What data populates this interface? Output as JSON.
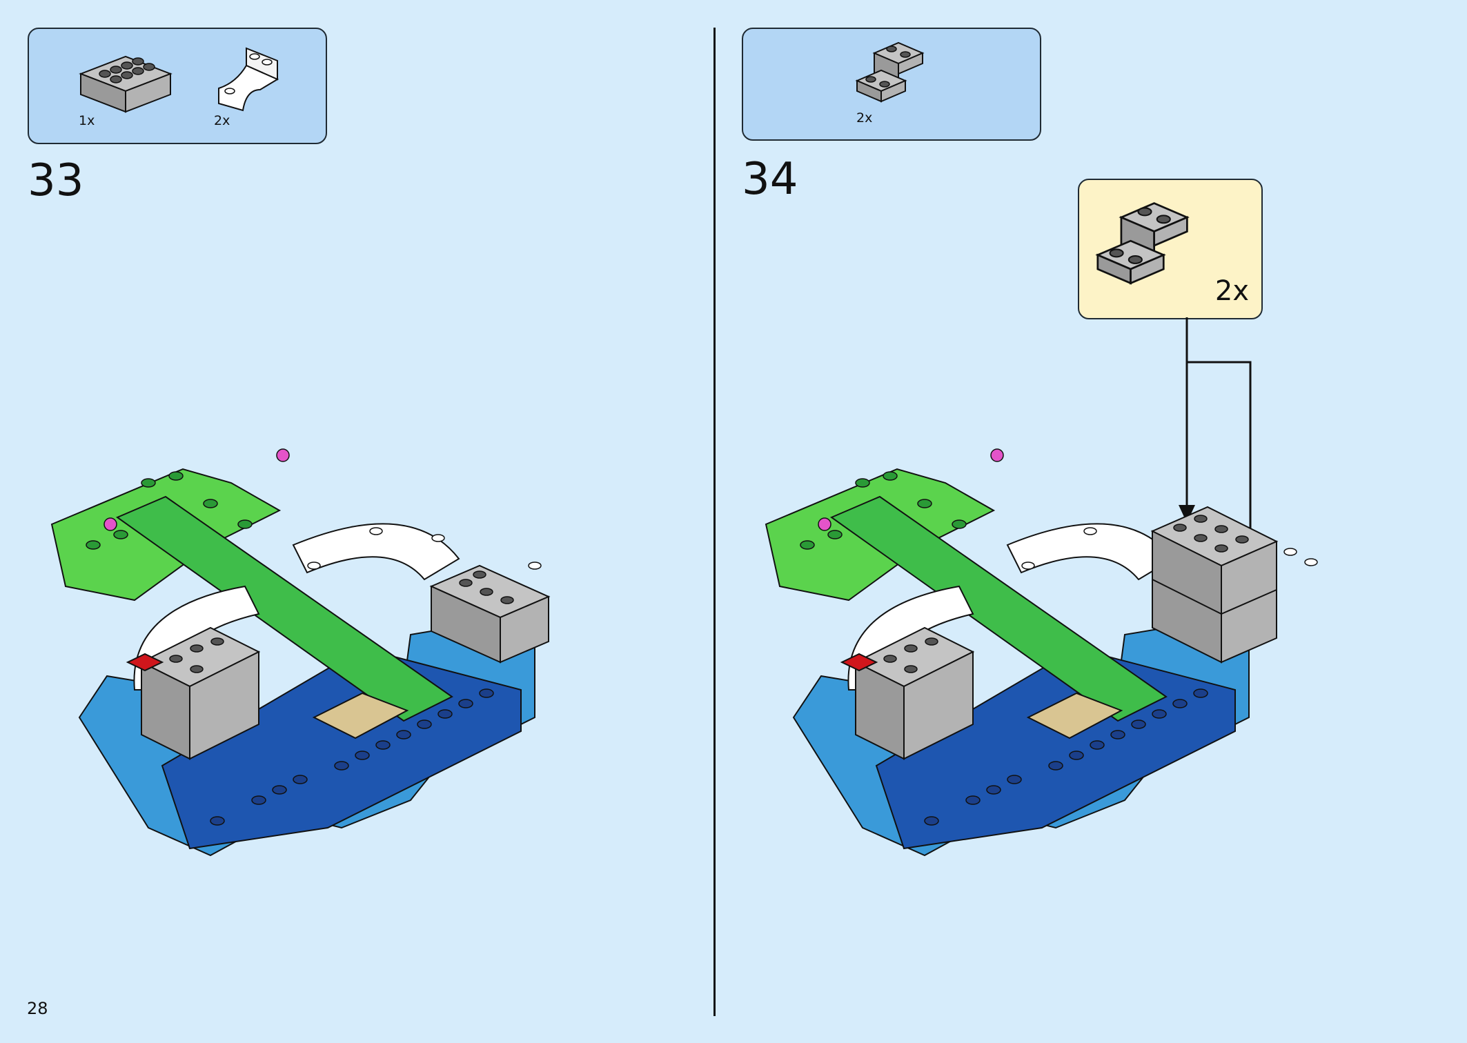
{
  "page_number": "28",
  "steps": [
    {
      "number": "33",
      "parts": [
        {
          "icon": "gray-brick-2x4-icon",
          "count": "1x"
        },
        {
          "icon": "white-curved-bracket-icon",
          "count": "2x"
        }
      ],
      "model_icon": "build-model-icon"
    },
    {
      "number": "34",
      "parts": [
        {
          "icon": "gray-bracket-icon",
          "count": "2x"
        }
      ],
      "callout": {
        "icon": "gray-bracket-icon",
        "count": "2x"
      },
      "model_icon": "build-model-icon"
    }
  ],
  "colors": {
    "background": "#d6ecfb",
    "parts_box": "#b3d6f5",
    "callout_box": "#fdf3c7",
    "blue_base": "#1e56b0",
    "light_blue": "#3a9ad9",
    "green": "#3fbd4a",
    "gray": "#a9a9a9",
    "tan": "#d9c592",
    "red": "#d0161c",
    "white": "#ffffff"
  }
}
